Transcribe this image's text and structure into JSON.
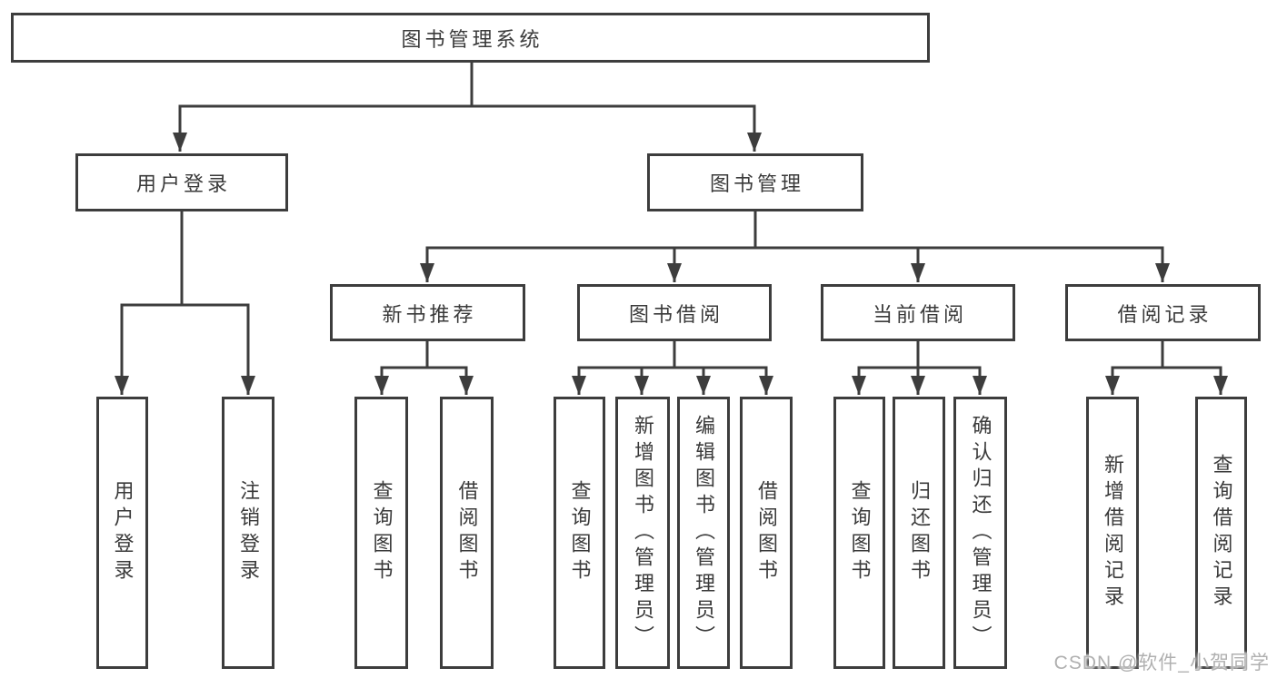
{
  "diagram": {
    "type": "tree",
    "colors": {
      "line": "#3d3d3d",
      "text": "#3a3a3a",
      "background": "#ffffff",
      "watermark": "#b0b0b0"
    },
    "root": {
      "label": "图书管理系统"
    },
    "level2": {
      "user_login": {
        "label": "用户登录"
      },
      "book_management": {
        "label": "图书管理"
      }
    },
    "level3": {
      "new_book_recommend": {
        "label": "新书推荐"
      },
      "book_borrow": {
        "label": "图书借阅"
      },
      "current_borrow": {
        "label": "当前借阅"
      },
      "borrow_record": {
        "label": "借阅记录"
      }
    },
    "leaves": {
      "user_login": {
        "label": "用户登录"
      },
      "logout": {
        "label": "注销登录"
      },
      "recommend_query_book": {
        "label": "查询图书"
      },
      "recommend_borrow_book": {
        "label": "借阅图书"
      },
      "borrow_query_book": {
        "label": "查询图书"
      },
      "borrow_add_book": {
        "label": "新增图书（管理员）"
      },
      "borrow_edit_book": {
        "label": "编辑图书（管理员）"
      },
      "borrow_borrow_book": {
        "label": "借阅图书"
      },
      "current_query_book": {
        "label": "查询图书"
      },
      "current_return_book": {
        "label": "归还图书"
      },
      "current_confirm_return": {
        "label": "确认归还（管理员）"
      },
      "record_add": {
        "label": "新增借阅记录"
      },
      "record_query": {
        "label": "查询借阅记录"
      }
    },
    "hierarchy": {
      "图书管理系统": [
        "用户登录",
        "图书管理"
      ],
      "用户登录": [
        "用户登录",
        "注销登录"
      ],
      "图书管理": [
        "新书推荐",
        "图书借阅",
        "当前借阅",
        "借阅记录"
      ],
      "新书推荐": [
        "查询图书",
        "借阅图书"
      ],
      "图书借阅": [
        "查询图书",
        "新增图书（管理员）",
        "编辑图书（管理员）",
        "借阅图书"
      ],
      "当前借阅": [
        "查询图书",
        "归还图书",
        "确认归还（管理员）"
      ],
      "借阅记录": [
        "新增借阅记录",
        "查询借阅记录"
      ]
    }
  },
  "watermark": {
    "text": "CSDN @软件_小贺同学"
  }
}
